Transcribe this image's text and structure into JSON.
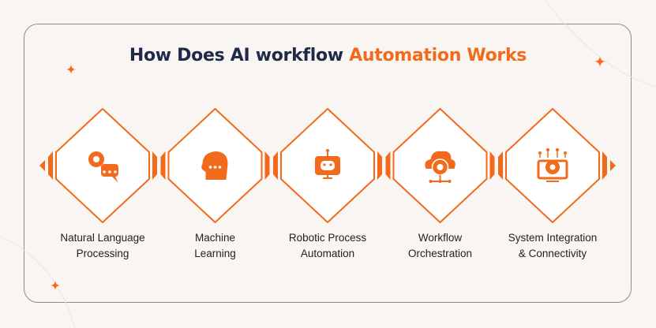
{
  "title": {
    "main": "How Does AI workflow",
    "accent": "Automation Works"
  },
  "colors": {
    "accent": "#f26b1d",
    "title": "#1e2a48",
    "background": "#f8f5f2"
  },
  "steps": [
    {
      "line1": "Natural Language",
      "line2": "Processing",
      "icon": "gear-chat-icon"
    },
    {
      "line1": "Machine",
      "line2": "Learning",
      "icon": "brain-head-icon"
    },
    {
      "line1": "Robotic Process",
      "line2": "Automation",
      "icon": "robot-monitor-icon"
    },
    {
      "line1": "Workflow",
      "line2": "Orchestration",
      "icon": "cloud-gear-icon"
    },
    {
      "line1": "System Integration",
      "line2": "& Connectivity",
      "icon": "monitor-gear-icon"
    }
  ]
}
